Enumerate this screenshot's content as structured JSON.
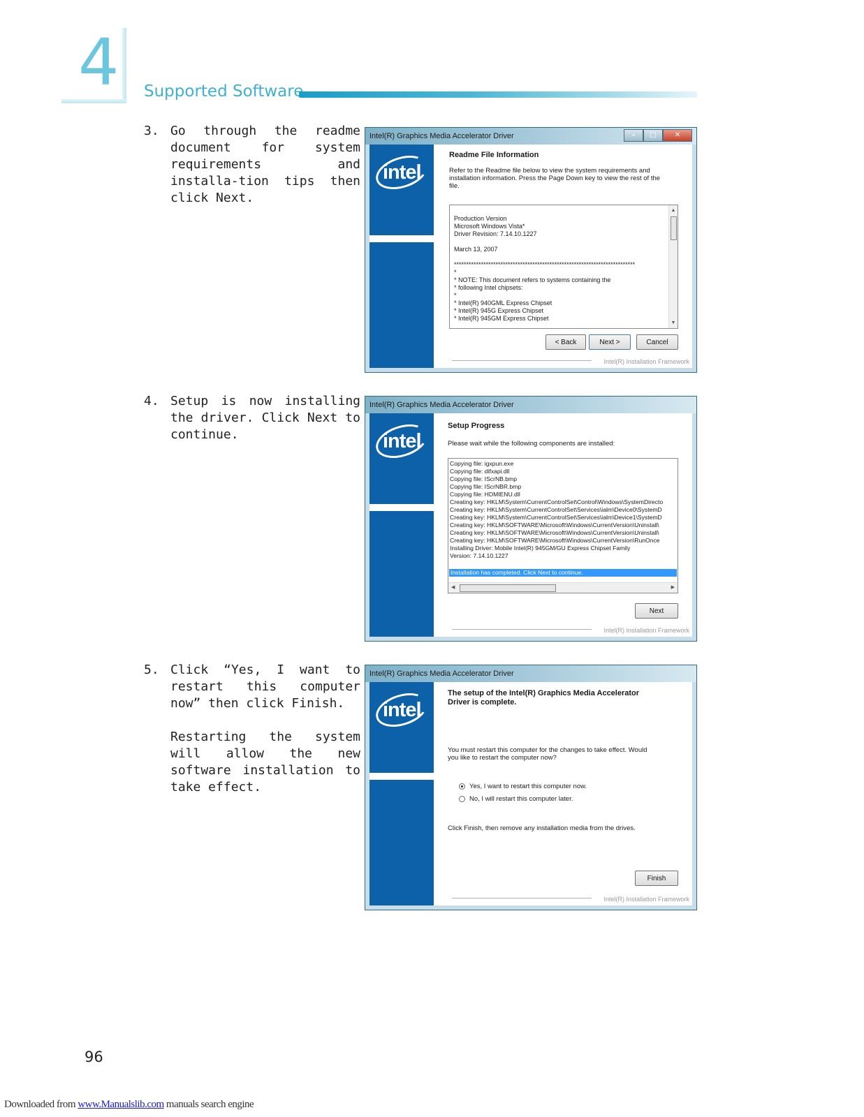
{
  "chapter": {
    "number": "4",
    "title": "Supported Software"
  },
  "steps": [
    {
      "num": "3.",
      "paragraphs": [
        "Go through the readme document for system requirements and installa-tion tips then click Next."
      ]
    },
    {
      "num": "4.",
      "paragraphs": [
        "Setup is now installing the driver. Click Next to continue."
      ]
    },
    {
      "num": "5.",
      "paragraphs": [
        "Click “Yes, I want to restart this computer now” then click Finish.",
        "Restarting the system will allow the new software installation to take effect."
      ]
    }
  ],
  "dialogs": {
    "window_title": "Intel(R) Graphics Media Accelerator Driver",
    "brand": "intel",
    "footer": "Intel(R) Installation Framework",
    "readme": {
      "heading": "Readme File Information",
      "description": "Refer to the Readme file below to view the system requirements and installation information. Press the Page Down key to view the rest of the file.",
      "lines": [
        "Production Version",
        "Microsoft Windows Vista*",
        "Driver Revision: 7.14.10.1227",
        "",
        "March 13, 2007",
        "",
        "**************************************************************************",
        "*",
        "*  NOTE:  This document refers to systems containing the",
        "*          following Intel chipsets:",
        "*",
        "*          Intel(R) 940GML Express Chipset",
        "*          Intel(R) 945G Express Chipset",
        "*          Intel(R) 945GM Express Chipset"
      ],
      "back_button": "< Back",
      "next_button": "Next >",
      "cancel_button": "Cancel"
    },
    "progress": {
      "heading": "Setup Progress",
      "description": "Please wait while the following components are installed:",
      "lines": [
        "Copying file: igxpun.exe",
        "Copying file: difxapi.dll",
        "Copying file: IScrNB.bmp",
        "Copying file: IScrNBR.bmp",
        "Copying file: HDMIENU.dll",
        "Creating key: HKLM\\System\\CurrentControlSet\\Control\\Windows\\SystemDirecto",
        "Creating key: HKLM\\System\\CurrentControlSet\\Services\\ialm\\Device0\\SystemD",
        "Creating key: HKLM\\System\\CurrentControlSet\\Services\\ialm\\Device1\\SystemD",
        "Creating key: HKLM\\SOFTWARE\\Microsoft\\Windows\\CurrentVersion\\Uninstall\\",
        "Creating key: HKLM\\SOFTWARE\\Microsoft\\Windows\\CurrentVersion\\Uninstall\\",
        "Creating key: HKLM\\SOFTWARE\\Microsoft\\Windows\\CurrentVersion\\RunOnce",
        "Installing Driver: Mobile Intel(R) 945GM/GU Express Chipset Family",
        "Version: 7.14.10.1227"
      ],
      "completed": "Installation has completed. Click Next to continue.",
      "next_button": "Next"
    },
    "complete": {
      "heading": "The setup of the Intel(R) Graphics Media Accelerator Driver is complete.",
      "description": "You must restart this computer for the changes to take effect. Would you like to restart the computer now?",
      "option_yes": "Yes, I want to restart this computer now.",
      "option_no": "No, I will restart this computer later.",
      "note": "Click Finish, then remove any installation media from the drives.",
      "finish_button": "Finish"
    }
  },
  "page_number": "96",
  "footer": {
    "prefix": "Downloaded from ",
    "link": "www.Manualslib.com",
    "suffix": "  manuals search engine"
  }
}
